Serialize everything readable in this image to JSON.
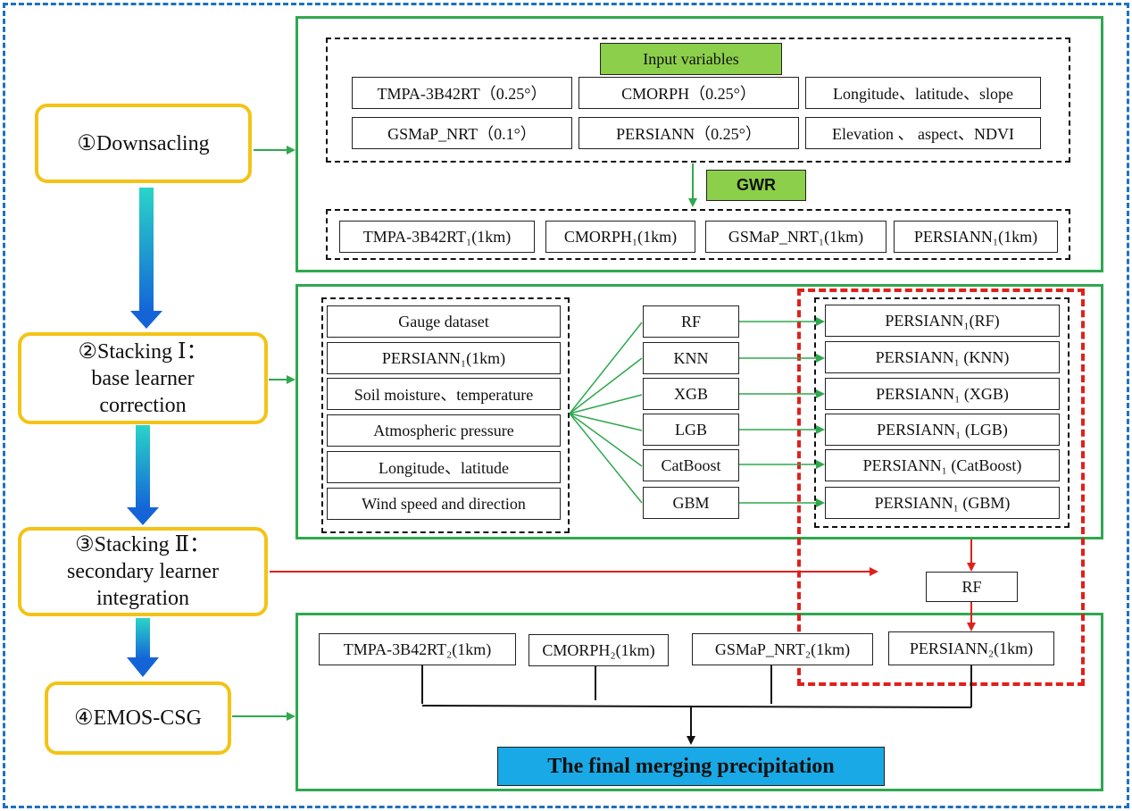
{
  "steps": {
    "downscaling": "①Downsacling",
    "stacking1": "②Stacking Ⅰ：\nbase learner\ncorrection",
    "stacking2": "③Stacking Ⅱ：\nsecondary learner\nintegration",
    "emos": "④EMOS-CSG"
  },
  "panel1": {
    "input_label": "Input variables",
    "inputs_row1": [
      "TMPA-3B42RT（0.25°）",
      "CMORPH（0.25°）",
      "Longitude、latitude、slope"
    ],
    "inputs_row2": [
      "GSMaP_NRT（0.1°）",
      "PERSIANN（0.25°）",
      "Elevation 、 aspect、NDVI"
    ],
    "method_label": "GWR",
    "outputs": [
      "TMPA-3B42RT₁(1km)",
      "CMORPH₁(1km)",
      "GSMaP_NRT₁(1km)",
      "PERSIANN₁(1km)"
    ]
  },
  "panel2": {
    "features": [
      "Gauge dataset",
      "PERSIANN₁(1km)",
      "Soil moisture、temperature",
      "Atmospheric pressure",
      "Longitude、latitude",
      "Wind speed and direction"
    ],
    "learners": [
      "RF",
      "KNN",
      "XGB",
      "LGB",
      "CatBoost",
      "GBM"
    ],
    "results": [
      "PERSIANN₁(RF)",
      "PERSIANN₁ (KNN)",
      "PERSIANN₁ (XGB)",
      "PERSIANN₁ (LGB)",
      "PERSIANN₁ (CatBoost)",
      "PERSIANN₁ (GBM)"
    ]
  },
  "secondary_learner": "RF",
  "panel4": {
    "products": [
      "TMPA-3B42RT₂(1km)",
      "CMORPH₂(1km)",
      "GSMaP_NRT₂(1km)",
      "PERSIANN₂(1km)"
    ],
    "final_label": "The final merging precipitation"
  },
  "colors": {
    "frame_blue": "#1f6fc1",
    "panel_green": "#2fa84f",
    "step_yellow": "#f3c316",
    "label_green": "#8ccf4a",
    "final_blue": "#19a9e6",
    "red_arrow": "#e0201b"
  }
}
